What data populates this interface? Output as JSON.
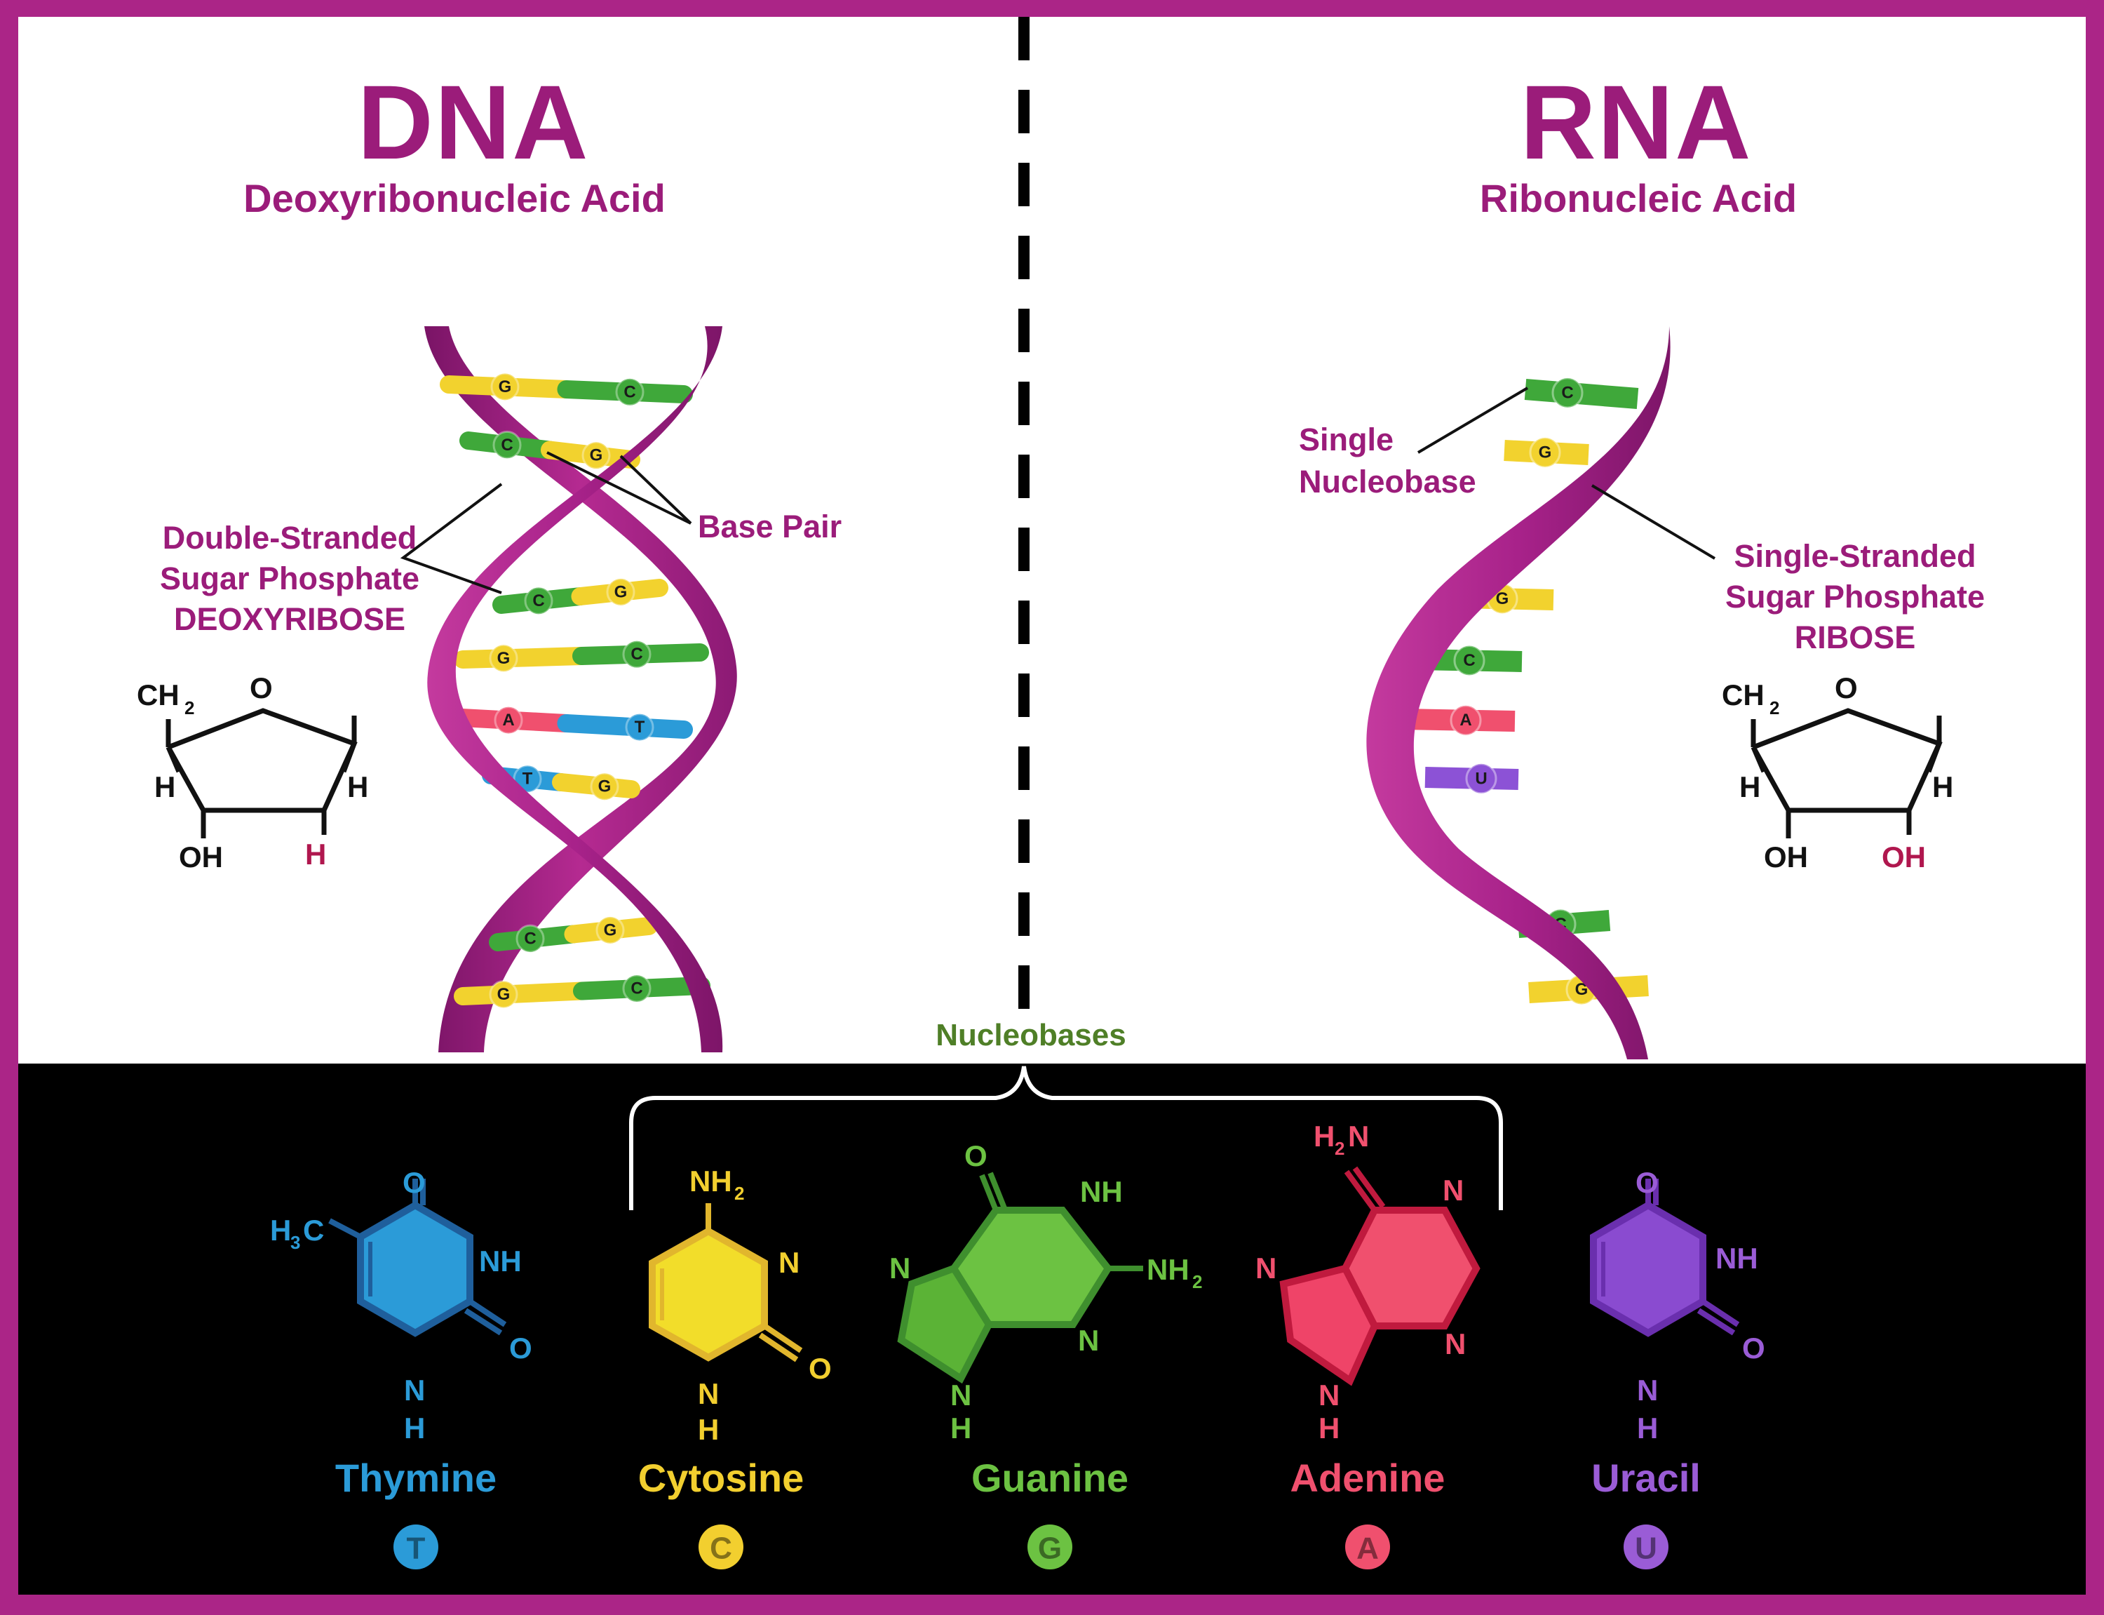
{
  "dna": {
    "title": "DNA",
    "subtitle": "Deoxyribonucleic Acid",
    "strand_label": [
      "Double-Stranded",
      "Sugar Phosphate",
      "DEOXYRIBOSE"
    ],
    "base_pair_label": "Base Pair",
    "sugar": {
      "ch2": "CH",
      "ch2_sub": "2",
      "o": "O",
      "h_left": "H",
      "h_right": "H",
      "oh": "OH",
      "h_bottom": "H"
    },
    "rungs": [
      {
        "left": "G",
        "right": "C"
      },
      {
        "left": "C",
        "right": "G"
      },
      {
        "left": "C",
        "right": "G"
      },
      {
        "left": "G",
        "right": "C"
      },
      {
        "left": "A",
        "right": "T"
      },
      {
        "left": "T",
        "right": "G"
      },
      {
        "left": "C",
        "right": "G"
      },
      {
        "left": "G",
        "right": "C"
      }
    ]
  },
  "rna": {
    "title": "RNA",
    "subtitle": "Ribonucleic Acid",
    "single_label": [
      "Single",
      "Nucleobase"
    ],
    "strand_label": [
      "Single-Stranded",
      "Sugar Phosphate",
      "RIBOSE"
    ],
    "sugar": {
      "ch2": "CH",
      "ch2_sub": "2",
      "o": "O",
      "h_left": "H",
      "h_right": "H",
      "oh": "OH",
      "oh_bottom": "OH"
    },
    "bases": [
      "C",
      "G",
      "G",
      "C",
      "A",
      "U",
      "C",
      "G"
    ]
  },
  "nucleobases": {
    "heading": "Nucleobases",
    "items": [
      {
        "name": "Thymine",
        "letter": "T",
        "color": "#2b9bd8"
      },
      {
        "name": "Cytosine",
        "letter": "C",
        "color": "#f2cf2f"
      },
      {
        "name": "Guanine",
        "letter": "G",
        "color": "#6cc242"
      },
      {
        "name": "Adenine",
        "letter": "A",
        "color": "#f0506e"
      },
      {
        "name": "Uracil",
        "letter": "U",
        "color": "#9a5cd6"
      }
    ]
  },
  "base_colors": {
    "G": "#f2d22e",
    "C": "#3fa83a",
    "A": "#f0506e",
    "T": "#2b9bd8",
    "U": "#8c52d6"
  },
  "chem": {
    "thymine": {
      "h3c": "H",
      "h3c_sub": "3",
      "h3c_c": "C",
      "o_top": "O",
      "nh": "NH",
      "o_right": "O",
      "n": "N",
      "h": "H"
    },
    "cytosine": {
      "nh2": "NH",
      "nh2_sub": "2",
      "n": "N",
      "o": "O",
      "n_bottom": "N",
      "h": "H"
    },
    "guanine": {
      "o": "O",
      "nh": "NH",
      "nh2": "NH",
      "nh2_sub": "2",
      "n_left": "N",
      "n_right": "N",
      "n_bottom": "N",
      "h": "H"
    },
    "adenine": {
      "h2n_h": "H",
      "h2n_sub": "2",
      "h2n_n": "N",
      "n_top": "N",
      "n_left": "N",
      "n_right": "N",
      "n_bottom": "N",
      "h": "H"
    },
    "uracil": {
      "o_top": "O",
      "nh": "NH",
      "o_right": "O",
      "n": "N",
      "h": "H"
    }
  }
}
